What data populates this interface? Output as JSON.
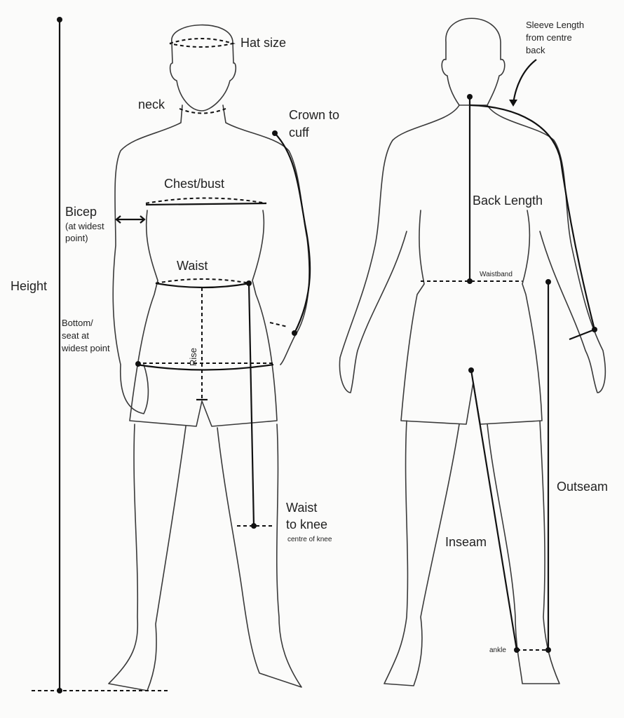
{
  "labels": {
    "hat_size": "Hat size",
    "neck": "neck",
    "crown_to_cuff_1": "Crown to",
    "crown_to_cuff_2": "cuff",
    "chest": "Chest/bust",
    "bicep": "Bicep",
    "bicep_note_1": "(at widest",
    "bicep_note_2": "point)",
    "waist": "Waist",
    "height": "Height",
    "seat_1": "Bottom/",
    "seat_2": "seat at",
    "seat_3": "widest point",
    "rise": "Rise",
    "waist_knee_1": "Waist",
    "waist_knee_2": "to knee",
    "waist_knee_note": "centre of knee",
    "sleeve_1": "Sleeve Length",
    "sleeve_2": "from centre",
    "sleeve_3": "back",
    "back_length": "Back Length",
    "waistband": "Waistband",
    "outseam": "Outseam",
    "inseam": "Inseam",
    "ankle": "ankle"
  }
}
